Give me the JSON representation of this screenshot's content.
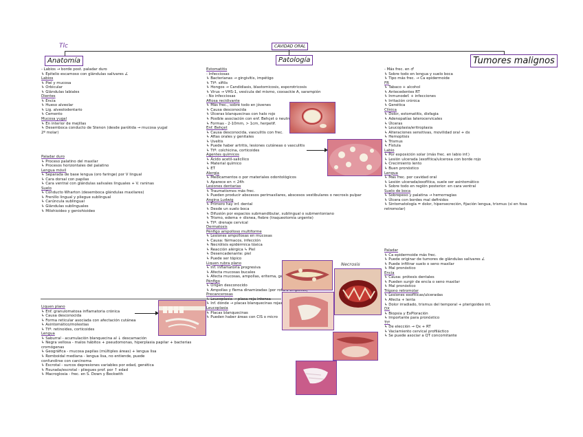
{
  "tab_label": "Tlc",
  "main_title": "CAVIDAD ORAL",
  "sections": {
    "anatomia": "Anatomía",
    "patologia": "Patología",
    "tumores": "Tumores malignos"
  },
  "necrosis_label": "Necrosis",
  "col1a": [
    "- Labios → borde post. paladar duro",
    "↳ Epitelio escamoso con glándulas salivares ∠",
    "Labios",
    "↳ Piel y mucosa",
    "↳ Orbicular",
    "↳ Glándulas labiales",
    "Dientes",
    "↳ Encía",
    "↳ Hueso alveolar",
    "↳ Lig. alveolodentario",
    "↳ Cemento",
    "Mucosa yugal",
    "↳ En interior de mejillas",
    "↳ Desemboca conducto de Stenon (desde parótida → mucosa yugal",
    "                                                                  2º molar)"
  ],
  "col1b": [
    "Paladar duro",
    "↳ Proceso palatino del maxilar",
    "↳ Procesos horizontales del palatino",
    "Lengua móvil",
    "↳ Separada de base lengua (oro faringe) por V lingual",
    "↳ Cara dorsal con papilas",
    "↳ Cara ventral con glándulas salivales linguales + V. raninas",
    "Suelo",
    "↳ Conducto Wharton (desemboca glándulas maxilares)",
    "↳ Frenillo lingual y pliegue sublingual",
    "↳ Carúncula sublingual",
    "↳ Glándulas sublinguales",
    "↳ Milohioideo y geniohioideo"
  ],
  "col1c": [
    "Liquen plano",
    "↳ Enf. granulomatosa inflamatoria crónica",
    "↳ Causa desconocida",
    "↳ Forma reticular asociada con afectación cutánea",
    "↳ Asintomático/molestias",
    "↳ Ttº: retinoides, corticoides",
    "Lengua",
    "↳ Saburral - acumulación blanquecina al ↓ descamación",
    "↳ Negra vellosa - malos hábitos + pseudomonas, hiperplasia papilar + bacterias",
    "                                                                       cromógenas",
    "↳ Geográfica - mucosa papilas (múltiples áreas) + lengua lisa",
    "↳ Romboidal mediana - lengua lisa, no entiende, puede",
    "                                                  confundirse con carcinoma",
    "↳ Escrotal - surcos depresiones variables por edad, genética",
    "↳ Fisurada/escrotal - pliegues prof. por ↑ edad",
    "↳ Macroglosia - frec. en S. Down y Beckwith"
  ],
  "col2": [
    "Estomatitis",
    "- Infecciosas",
    "↳ Bacterianas → gingivitis, impétigo",
    "↳ Ttº: sífilis",
    "↳ Hongos → Candidiasis, blastomicosis, esporotricosis",
    "↳ Virus → VHS-1, vesícula del mismo, coxsackie A, sarampión",
    "- No infecciosas",
    "Aftosa recidivante",
    "↳ Más frec., sobre todo en jóvenes",
    "↳ Causa desconocida",
    "↳ Úlceras blanquecinas con halo rojo",
    "↳ Posible asociación con enf. Behçet o neutropenia inmunodef.",
    "↳ Formas - 2-10mm, > 1cm, herpetif.",
    "Enf. Behçet",
    "↳ Causa desconocida, vasculitis con frec.",
    "↳ Aftas orales y genitales",
    "↳ Uveítis",
    "↳ Puede haber artritis, lesiones cutáneas o vasculitis",
    "↳ Ttº: colchicina, corticoides",
    "Agentes químicos",
    "↳ Ácido acetil-salicílico",
    "↳ Material químico",
    "↳ ET",
    "Alergia",
    "↳ Medicamentos o por materiales odontológicos",
    "↳ Aparece en < 24h",
    "Lesiones dentarias",
    "↳ Traumatismos más frec.",
    "↳ Pueden producir abscesos perimaxilares, abscesos vestibulares o necrosis pulpar",
    "Angina Ludwig",
    "↳ Primero hay inf. dental",
    "↳ Desde un suelo boca",
    "↳ Difusión por espacios submandibular, sublingual o submentoniano",
    "↳ Trismo, edema + disnea, fiebre (traqueotomía urgente)",
    "↳ Ttº: drenaje cervical",
    "Dermatosis",
    "Pénfigo ampolloso multiforme",
    "↳ Lesiones ampollosas en mucosas",
    "↳ Causa: fármacos, infección",
    "↳ Necrólisis epidérmica tóxica",
    "↳ Reacción alérgica  ↳ Piel",
    "↳ Desencadenante: piel",
    "↳ Puede ser tópico",
    "Liquen rubra plano",
    "↳ Inf. inflamatoria progresiva",
    "↳ Afecta mucosas bucales",
    "↳ Afecta mucosas, ampollas, eritema, genitales y mucosa yugal",
    "Pénfigo",
    "↳ Origen desconocido",
    "↳ Ampollas y flema dinamizadas (por rotura ampollas)",
    "Precancerosas",
    "↳ Leucoplasia → placa roja intensa",
    "↳ Inf. dónde → placas blanquecinas rojas",
    "Leucoplasia",
    "↳ Placas blanquecinas",
    "↳ Pueden haber áreas con CIS o micro"
  ],
  "col3a": [
    "- Más frec. en ♂",
    "↳ Sobre todo en lengua y suelo boca",
    "↳ Tipo más frec. → Ca epidermoide",
    "FR",
    "↳ Tabaco + alcohol",
    "↳ Antecedentes RT",
    "↳ Inmunodef. + infecciones",
    "↳ Irritación crónica",
    "↳ Genética",
    "Clínica",
    "↳ Dolor, estomatitis, disfagia",
    "↳ Adenopatías laterocervicales",
    "↳ Úlceras",
    "↳ Leucoplasia/eritroplasia",
    "↳ Alteraciones sensitivas, movilidad oral + dx",
    "↳ Hemoptisis",
    "↳ Trismus",
    "↳ Fístula",
    "Labio",
    "↳ Por exposición solar (más frec. en labio inf.)",
    "↳ Lesión ulcerada (exofítica/ulcerosa con borde rojo",
    "↳ Crecimiento lento",
    "↳ Buen pronóstico",
    "Lengua",
    "↳ Más frec. por cavidad oral",
    "↳ Lesión ulcerada/exofítica, suele ser asintomático",
    "↳ Sobre todo en región posterior: en cara ventral",
    "Suelo de boca",
    "↳ Sobrepeso y palatina → hemorragias",
    "↳ Úlcera con bordes mal definidos",
    "↳ Sintomatología = dolor, hipersecreción, fijación lengua, trismus (si en fosa",
    "                                                                                   retromolar)"
  ],
  "col3b": [
    "Paladar",
    "↳ Ca epidermoide más frec.",
    "↳ Puede originar de tumores de glándulas salivares ∠",
    "↳ Puede infiltrar suelo o seno maxilar",
    "↳ Mal pronóstico",
    "Encía",
    "↳ Causa: prótesis dentales",
    "↳ Pueden surgir de encía o seno maxilar",
    "↳ Mal pronóstico",
    "Trígono retromolar",
    "↳ Lesiones exofíticas/ulceradas",
    "↳ Afecta + lenta",
    "↳ Dolor irradiado, trismus del temporal + pterigoideo int.",
    "DX",
    "↳ Biopsia y ExPloración",
    "↳ Importante para pronóstico",
    "Ttº",
    "↳ De elección → Qx + RT",
    "↳ Vaciamiento cervical profiláctico",
    "↳ Se puede asociar a QT concomitante"
  ]
}
